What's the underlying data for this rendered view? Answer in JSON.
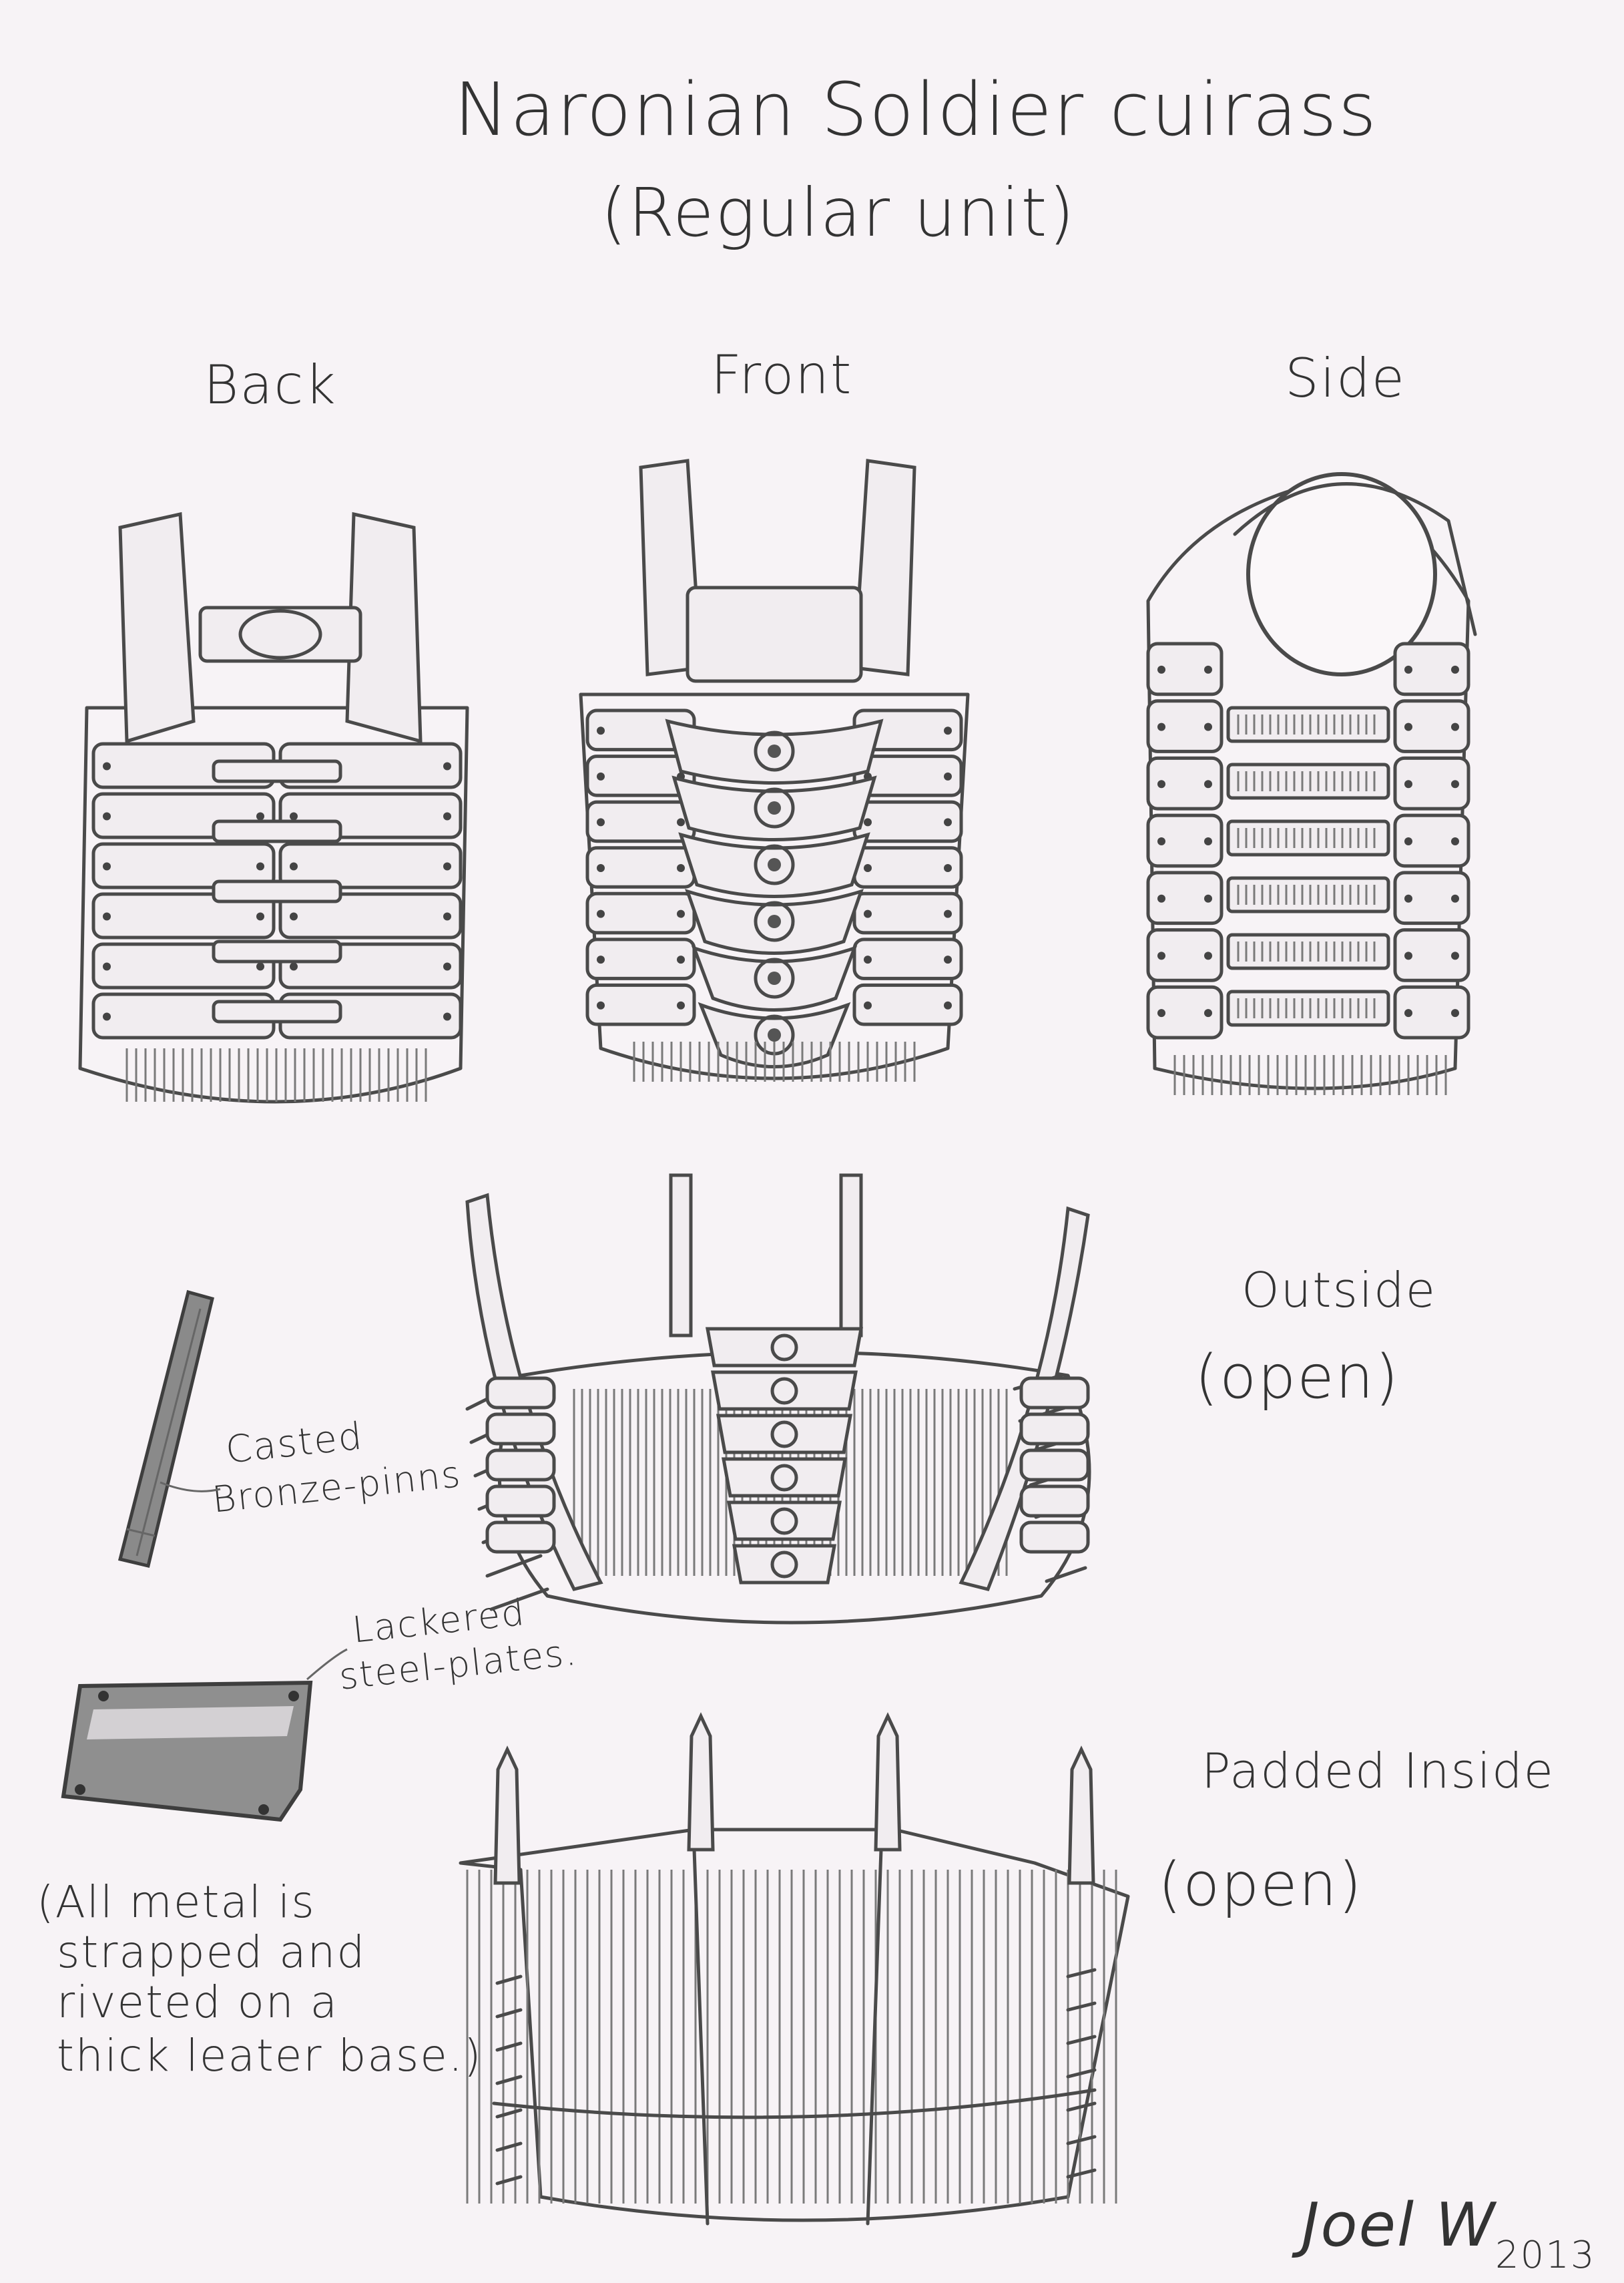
{
  "title": "Naronian Soldier cuirass",
  "subtitle": "(Regular unit)",
  "views": {
    "back": "Back",
    "front": "Front",
    "side": "Side"
  },
  "open_views": {
    "outside_label": "Outside",
    "outside_sub": "(open)",
    "inside_label": "Padded Inside",
    "inside_sub": "(open)"
  },
  "details": {
    "pin_label_1": "Casted",
    "pin_label_2": "Bronze-pinns",
    "plate_label_1": "Lackered",
    "plate_label_2": "steel-plates."
  },
  "note": {
    "line1": "(All metal is",
    "line2": "strapped and",
    "line3": "riveted on a",
    "line4": "thick leater base.)"
  },
  "signature": {
    "name": "Joel W",
    "year": "2013"
  },
  "colors": {
    "paper": "#f7f3f6",
    "pencil": "#4a4a4a"
  }
}
